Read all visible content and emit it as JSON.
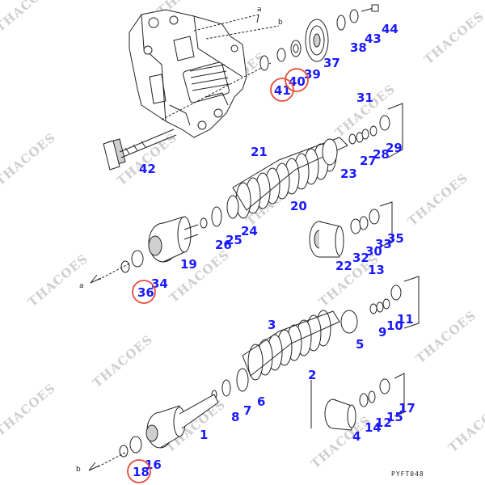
{
  "watermark_text": "THACOES",
  "figure_code": "PYFT048",
  "arrow_letters": {
    "a": "a",
    "b": "b"
  },
  "highlight_color": "#e84a3a",
  "callout_color": "#1a1aff",
  "callouts": {
    "n1": "1",
    "n2": "2",
    "n3": "3",
    "n4": "4",
    "n5": "5",
    "n6": "6",
    "n7": "7",
    "n8": "8",
    "n9": "9",
    "n10": "10",
    "n11": "11",
    "n12": "12",
    "n13": "13",
    "n14": "14",
    "n15": "15",
    "n16": "16",
    "n17": "17",
    "n18": "18",
    "n19": "19",
    "n20": "20",
    "n21": "21",
    "n22": "22",
    "n23": "23",
    "n24": "24",
    "n25": "25",
    "n26": "26",
    "n27": "27",
    "n28": "28",
    "n29": "29",
    "n30": "30",
    "n31": "31",
    "n32": "32",
    "n33": "33",
    "n34": "34",
    "n35": "35",
    "n36": "36",
    "n37": "37",
    "n38": "38",
    "n39": "39",
    "n40": "40",
    "n41": "41",
    "n42": "42",
    "n43": "43",
    "n44": "44"
  },
  "highlighted_callouts": [
    "36",
    "40",
    "41",
    "18"
  ]
}
